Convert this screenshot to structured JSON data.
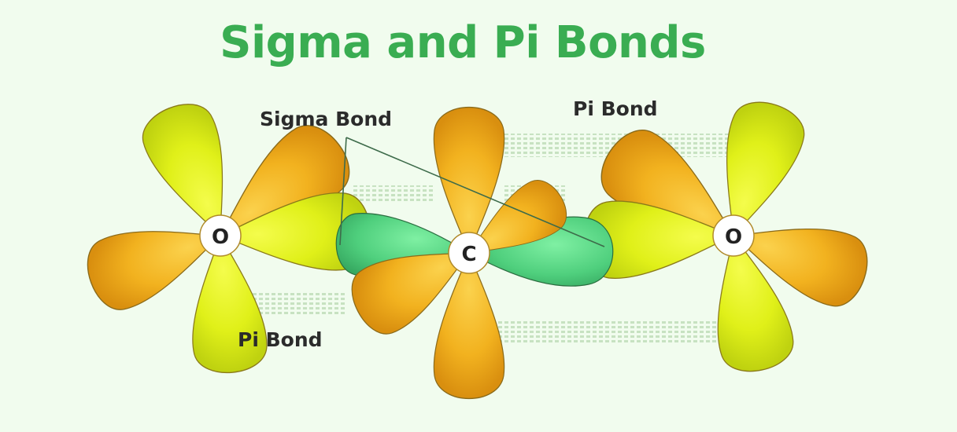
{
  "title": "Sigma and Pi Bonds",
  "labels": {
    "sigma_bond": "Sigma Bond",
    "pi_bond_top": "Pi Bond",
    "pi_bond_bottom": "Pi Bond"
  },
  "atoms": {
    "left": "O",
    "center": "C",
    "right": "O"
  },
  "colors": {
    "background": "#f1fcee",
    "title": "#3aad52",
    "orange_lobe": "#f2b21f",
    "yellow_lobe": "#dcef18",
    "green_lobe": "#4fcf7d",
    "pi_dots": "#c7e2c1"
  }
}
